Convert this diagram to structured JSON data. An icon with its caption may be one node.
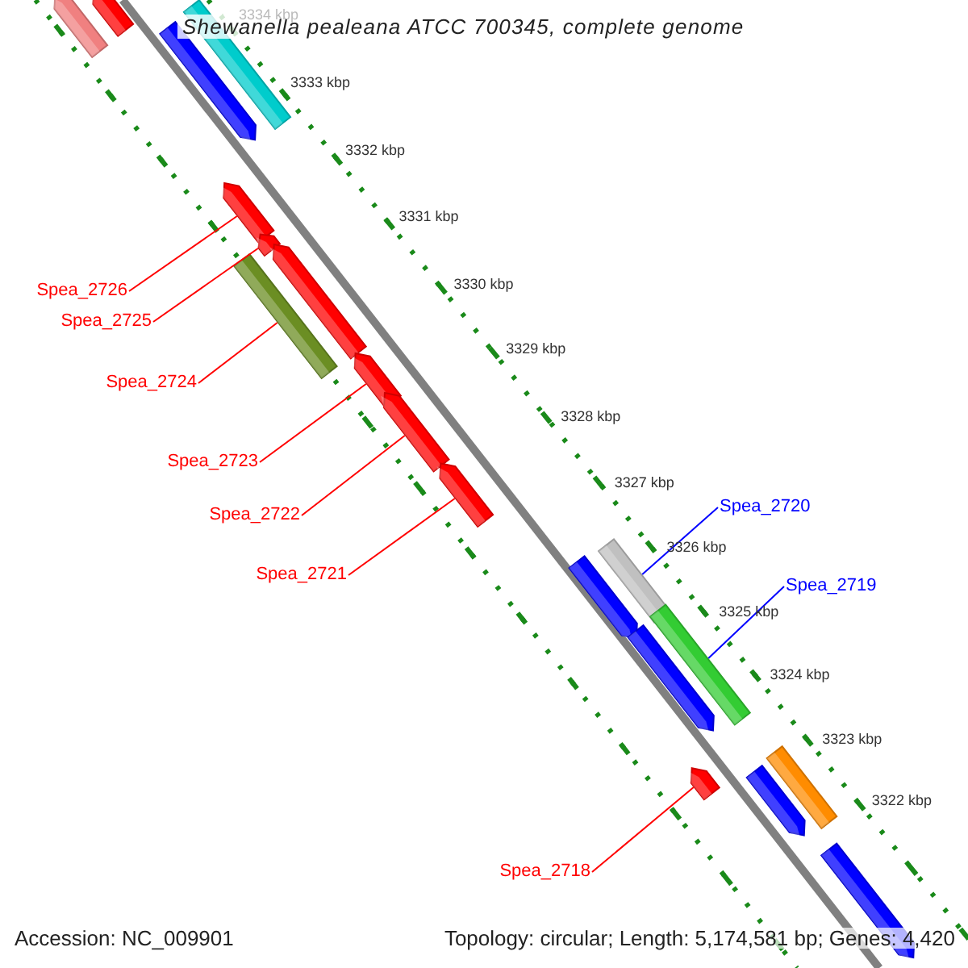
{
  "diagram": {
    "title": "Shewanella pealeana ATCC 700345, complete genome",
    "nodes": [
      {
        "text": [
          "Spea_2726"
        ]
      },
      {
        "text": [
          "Spea_2725"
        ]
      },
      {
        "text": [
          "Spea_2724"
        ]
      },
      {
        "text": [
          "Spea_2723"
        ]
      },
      {
        "text": [
          "Spea_2722"
        ]
      },
      {
        "text": [
          "Spea_2721"
        ]
      },
      {
        "text": [
          "Spea_2720"
        ]
      },
      {
        "text": [
          "Spea_2719"
        ]
      },
      {
        "text": [
          "Spea_2718"
        ]
      },
      {
        "text": [],
        "shape": "bar"
      },
      {
        "text": [],
        "shape": "bar"
      },
      {
        "text": [],
        "shape": "bar"
      },
      {
        "text": [],
        "shape": "bar"
      },
      {
        "text": [],
        "shape": "bar"
      },
      {
        "text": [],
        "shape": "bar"
      },
      {
        "text": [],
        "shape": "bar"
      },
      {
        "text": [],
        "shape": "bar"
      },
      {
        "text": [],
        "shape": "bar"
      },
      {
        "text": [],
        "shape": "bar"
      },
      {
        "text": [],
        "shape": "bar"
      },
      {
        "text": [],
        "shape": "bar"
      },
      {
        "text": [],
        "shape": "bar"
      },
      {
        "text": [],
        "shape": "bar"
      },
      {
        "text": [],
        "shape": "bar"
      },
      {
        "text": [],
        "shape": "bar"
      },
      {
        "text": [],
        "shape": "bar"
      },
      {
        "text": [],
        "shape": "bar"
      },
      {
        "text": [],
        "shape": "bar"
      }
    ],
    "edges": [
      {
        "from": 0,
        "to": 13,
        "arrow": "none"
      },
      {
        "from": 1,
        "to": 14,
        "arrow": "none"
      },
      {
        "from": 2,
        "to": 15,
        "arrow": "none"
      },
      {
        "from": 3,
        "to": 17,
        "arrow": "none"
      },
      {
        "from": 4,
        "to": 18,
        "arrow": "none"
      },
      {
        "from": 5,
        "to": 19,
        "arrow": "none"
      },
      {
        "from": 6,
        "to": 20,
        "arrow": "none",
        "color": "#0000ff"
      },
      {
        "from": 7,
        "to": 22,
        "arrow": "none",
        "color": "#0000ff"
      },
      {
        "from": 8,
        "to": 24,
        "arrow": "none"
      }
    ],
    "labels": [
      "3334 kbp",
      "3333 kbp",
      "3332 kbp",
      "3331 kbp",
      "3330 kbp",
      "3329 kbp",
      "3328 kbp",
      "3327 kbp",
      "3326 kbp",
      "3325 kbp",
      "3324 kbp",
      "3323 kbp",
      "3322 kbp",
      "Accession: NC_009901",
      "Topology: circular; Length: 5,174,581 bp; Genes: 4,420"
    ]
  }
}
